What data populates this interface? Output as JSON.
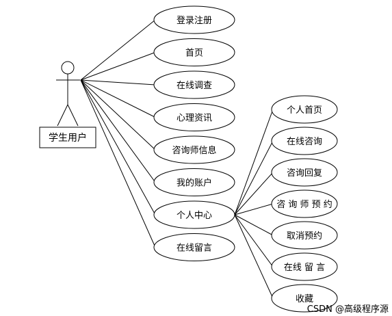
{
  "actor": {
    "label": "学生用户"
  },
  "use_cases_primary": [
    "登录注册",
    "首页",
    "在线调查",
    "心理资讯",
    "咨询师信息",
    "我的账户",
    "个人中心",
    "在线留言"
  ],
  "use_cases_personal_center": [
    "个人首页",
    "在线咨询",
    "咨询回复",
    "咨 询 师 预 约",
    "取消预约",
    "在线 留 言",
    "收藏"
  ],
  "watermark": "CSDN @高级程序源"
}
